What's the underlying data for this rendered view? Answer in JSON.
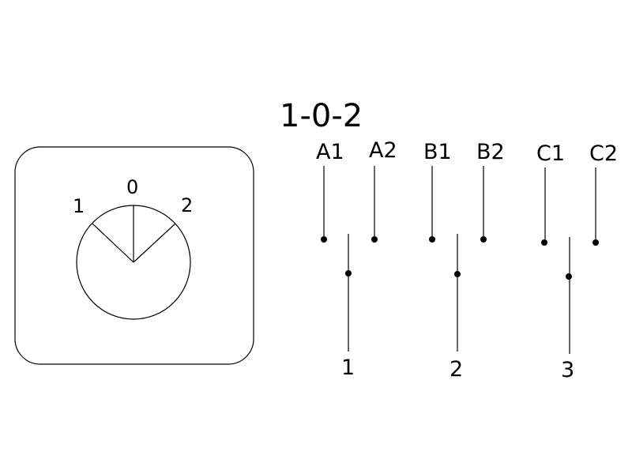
{
  "diagram": {
    "title": "1-0-2",
    "switch_face": {
      "positions": [
        "1",
        "0",
        "2"
      ]
    },
    "terminals": [
      {
        "upper_left": "A1",
        "upper_right": "A2",
        "common": "1"
      },
      {
        "upper_left": "B1",
        "upper_right": "B2",
        "common": "2"
      },
      {
        "upper_left": "C1",
        "upper_right": "C2",
        "common": "3"
      }
    ]
  }
}
